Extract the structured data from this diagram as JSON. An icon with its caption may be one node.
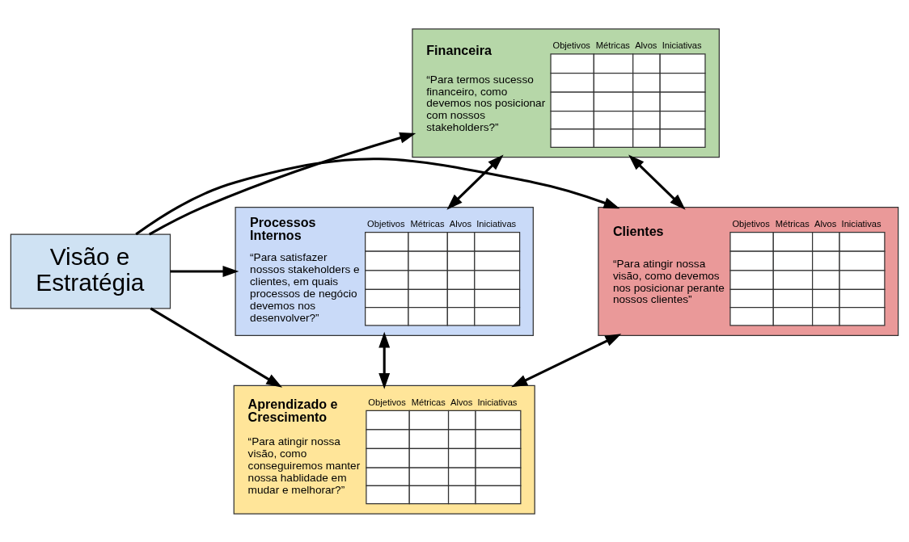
{
  "diagram": {
    "nodes": [
      {
        "text": [
          "Financeira",
          "“Para termos sucesso financeiro, como devemos nos posicionar com nossos stakeholders?”",
          "Objetivos",
          "Métricas",
          "Alvos",
          "Iniciativas"
        ]
      },
      {
        "text": [
          "Clientes",
          "“Para atingir nossa visão, como devemos nos posicionar perante nossos clientes”",
          "Objetivos",
          "Métricas",
          "Alvos",
          "Iniciativas"
        ]
      },
      {
        "text": [
          "Visão e Estratégia"
        ]
      },
      {
        "text": [
          "Processos Internos",
          "“Para satisfazer nossos stakeholders e clientes, em quais processos de negócio devemos nos desenvolver?”",
          "Objetivos",
          "Métricas",
          "Alvos",
          "Iniciativas"
        ]
      },
      {
        "text": [
          "Aprendizado e Crescimento",
          "“Para atingir nossa visão, como conseguiremos manter nossa hablidade em mudar e melhorar?”",
          "Objetivos",
          "Métricas",
          "Alvos",
          "Iniciativas"
        ]
      }
    ],
    "edges": [
      {
        "from": 2,
        "to": 0,
        "arrow": "to"
      },
      {
        "from": 2,
        "to": 1,
        "arrow": "to"
      },
      {
        "from": 2,
        "to": 3,
        "arrow": "to"
      },
      {
        "from": 2,
        "to": 4,
        "arrow": "to"
      },
      {
        "from": 0,
        "to": 1,
        "arrow": "both"
      },
      {
        "from": 0,
        "to": 3,
        "arrow": "both"
      },
      {
        "from": 1,
        "to": 4,
        "arrow": "both"
      },
      {
        "from": 3,
        "to": 4,
        "arrow": "both"
      }
    ]
  }
}
